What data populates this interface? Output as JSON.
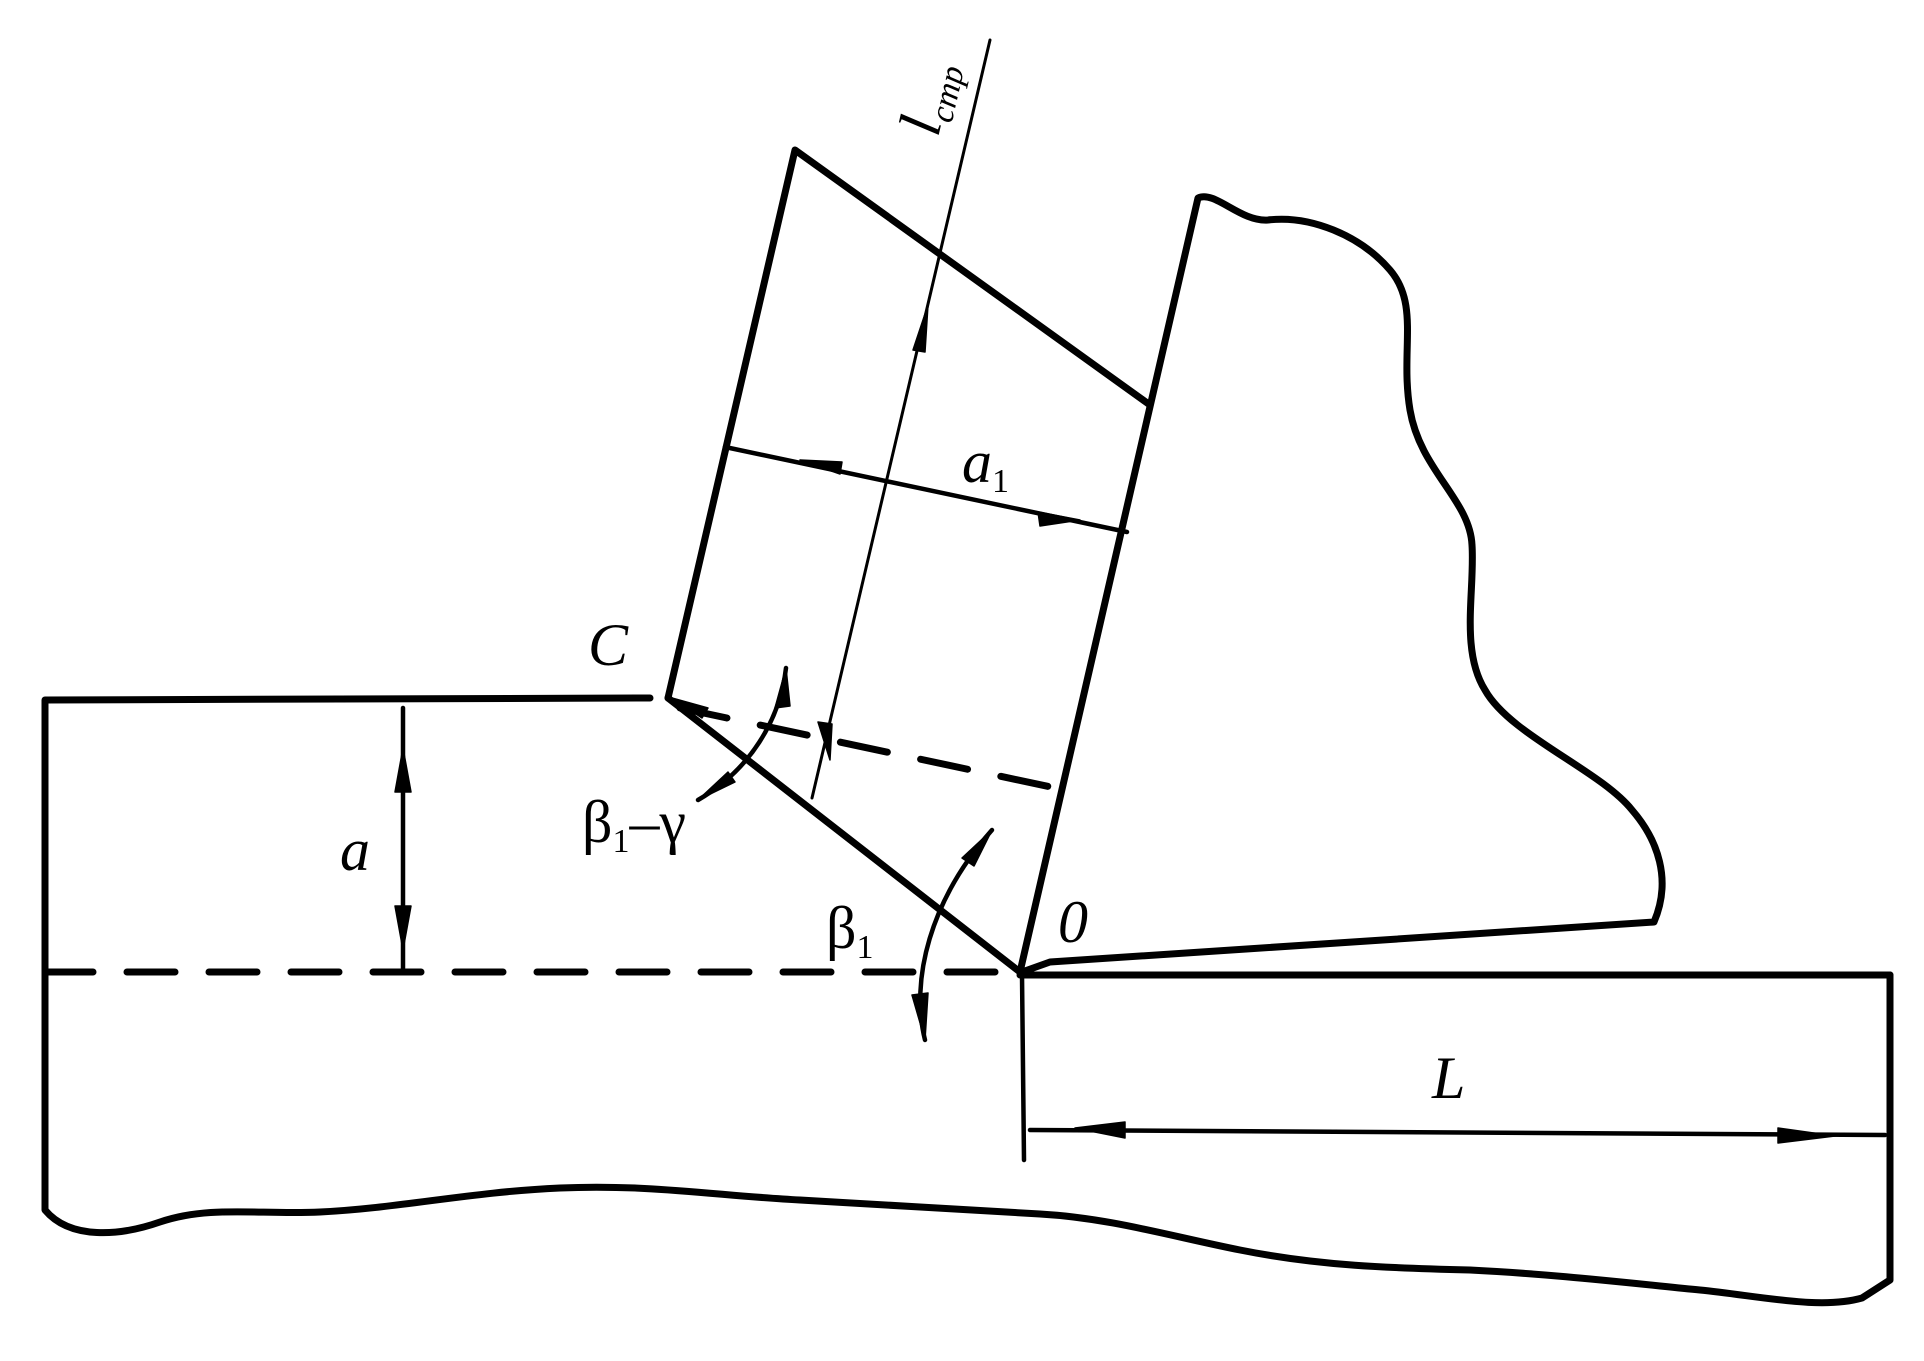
{
  "labels": {
    "l_str_main": "l",
    "l_str_sub": "стр",
    "a1_main": "a",
    "a1_sub": "1",
    "c": "C",
    "a": "a",
    "beta1_gamma_main": "β",
    "beta1_gamma_sub": "1",
    "beta1_gamma_rest": "–γ",
    "beta1_main": "β",
    "beta1_sub": "1",
    "zero": "0",
    "L": "L"
  }
}
